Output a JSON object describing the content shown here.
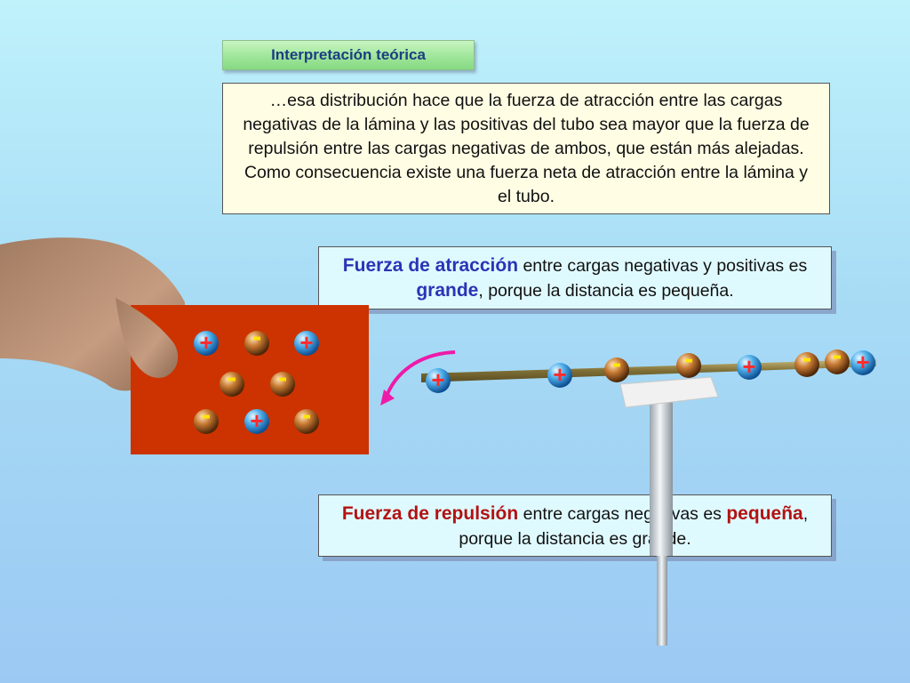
{
  "header": {
    "title": "Interpretación teórica"
  },
  "intro": {
    "text": "…esa distribución hace que la fuerza de atracción entre las cargas negativas de la lámina y las positivas del tubo sea mayor que la fuerza de repulsión entre las cargas negativas de ambos, que están más alejadas. Como consecuencia existe una fuerza neta de atracción entre la lámina y el tubo."
  },
  "attraction": {
    "bold_label": "Fuerza de atracción",
    "text_part1": " entre cargas negativas y positivas es ",
    "emphasis": "grande",
    "text_part2": ", porque la distancia es pequeña."
  },
  "repulsion": {
    "bold_label": "Fuerza de repulsión",
    "text_part1": " entre cargas negativas es ",
    "emphasis": "pequeña",
    "text_part2": ", porque la distancia es grande."
  },
  "charges": {
    "positive_symbol": "+",
    "negative_symbol": "-"
  },
  "colors": {
    "plate": "#cc3300",
    "positive_charge": "#2f8fd8",
    "negative_charge": "#a65a1a",
    "arrow": "#ee1aa8",
    "title_text": "#1c3d82"
  }
}
